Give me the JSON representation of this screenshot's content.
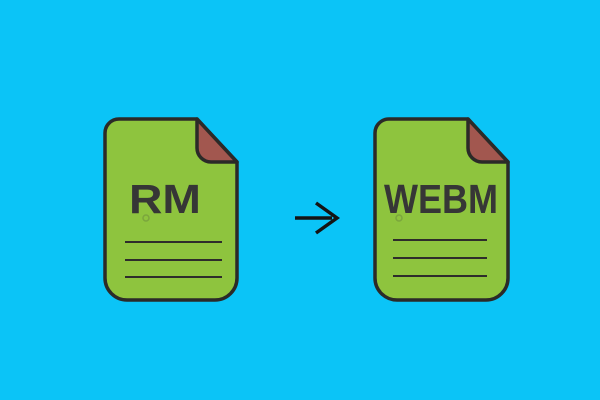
{
  "illustration": {
    "description": "RM to WEBM file conversion illustration",
    "source_file": {
      "label": "RM"
    },
    "target_file": {
      "label": "WEBM"
    },
    "arrow_symbol": "→"
  },
  "colors": {
    "background": "#0bc4f7",
    "file_body": "#8ec43e",
    "file_fold": "#a2574f",
    "file_outline": "#2b2a28",
    "detail_lines": "#2e2d2b",
    "label_text": "#363636",
    "arrow": "#141414"
  }
}
